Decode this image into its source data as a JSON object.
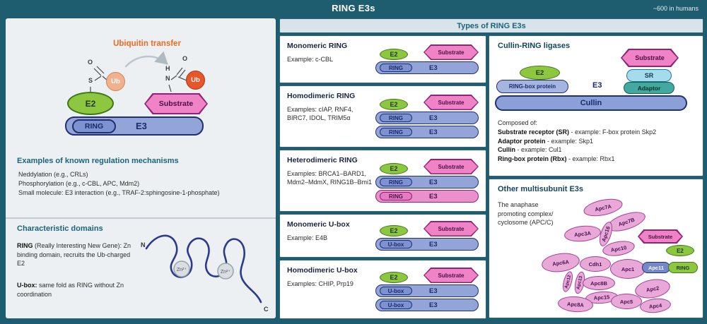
{
  "header": {
    "title": "RING E3s",
    "right_note": "~600 in humans"
  },
  "colors": {
    "frame_teal": "#1e5c70",
    "heading_teal": "#19657b",
    "orange_accent": "#f26a21",
    "e2_green": "#8dc63f",
    "substrate_pink": "#ef83c6",
    "bar_blue": "#93a5d8",
    "pink_bar": "#ea90cc",
    "apc_pink": "#e8a9d9",
    "ub_orange": "#e7552b",
    "ub_pale": "#f1b18e"
  },
  "left": {
    "ubiquitin_transfer_title": "Ubiquitin transfer",
    "diagram": {
      "e2": "E2",
      "ring": "RING",
      "e3": "E3",
      "substrate": "Substrate",
      "ub": "Ub",
      "s": "S",
      "o": "O",
      "n": "N",
      "h": "H"
    },
    "regulation": {
      "title": "Examples of known regulation mechanisms",
      "items": [
        "Neddylation (e.g., CRLs)",
        "Phosphorylation (e.g., c-CBL, APC, Mdm2)",
        "Small molecule: E3 interaction (e.g., TRAF-2:sphingosine-1-phosphate)"
      ]
    },
    "domains": {
      "title": "Characteristic domains",
      "ring_bold": "RING",
      "ring_rest": " (Really Interesting New Gene): Zn binding domain, recruits the Ub-charged E2",
      "ubox_bold": "U-box:",
      "ubox_rest": " same fold as RING without Zn coordination",
      "zn_label": "Zn²⁺",
      "n_label": "N",
      "c_label": "C"
    }
  },
  "types": {
    "header": "Types of RING E3s",
    "labels": {
      "e2": "E2",
      "substrate": "Substrate",
      "ring": "RING",
      "e3": "E3",
      "ubox": "U-box"
    },
    "sections": [
      {
        "title": "Monomeric RING",
        "examples": "Example: c-CBL"
      },
      {
        "title": "Homodimeric RING",
        "examples": "Examples: cIAP, RNF4, BIRC7, IDOL, TRIM5α"
      },
      {
        "title": "Heterodimeric RING",
        "examples": "Examples: BRCA1–BARD1, Mdm2–MdmX, RING1B–Bmi1"
      },
      {
        "title": "Monomeric U-box",
        "examples": "Example: E4B"
      },
      {
        "title": "Homodimeric U-box",
        "examples": "Examples: CHIP, Prp19"
      }
    ]
  },
  "cullin": {
    "title": "Cullin-RING ligases",
    "labels": {
      "e2": "E2",
      "ring_box": "RING-box protein",
      "e3": "E3",
      "sr": "SR",
      "adaptor": "Adaptor",
      "substrate": "Substrate",
      "cullin": "Cullin"
    },
    "composed_title": "Composed of:",
    "items": [
      {
        "bold": "Substrate receptor (SR)",
        "rest": " - example: F-box protein Skp2"
      },
      {
        "bold": "Adaptor protein",
        "rest": " - example: Skp1"
      },
      {
        "bold": "Cullin",
        "rest": " - example: Cul1"
      },
      {
        "bold": "Ring-box protein (Rbx)",
        "rest": " - example: Rbx1"
      }
    ]
  },
  "other": {
    "title": "Other multisubunit E3s",
    "description": "The anaphase promoting complex/ cyclosome (APC/C)",
    "labels": {
      "e2": "E2",
      "ring": "RING",
      "substrate": "Substrate",
      "apc11": "Apc11"
    },
    "apc_nodes": [
      {
        "label": "Apc7A"
      },
      {
        "label": "Apc7B"
      },
      {
        "label": "Apc3A"
      },
      {
        "label": "Apc16"
      },
      {
        "label": "Apc10"
      },
      {
        "label": "Apc6A"
      },
      {
        "label": "Cdh1"
      },
      {
        "label": "Apc1"
      },
      {
        "label": "Apc12"
      },
      {
        "label": "Apc13"
      },
      {
        "label": "Apc8B"
      },
      {
        "label": "Apc2"
      },
      {
        "label": "Apc15"
      },
      {
        "label": "Apc8A"
      },
      {
        "label": "Apc5"
      },
      {
        "label": "Apc4"
      }
    ]
  }
}
